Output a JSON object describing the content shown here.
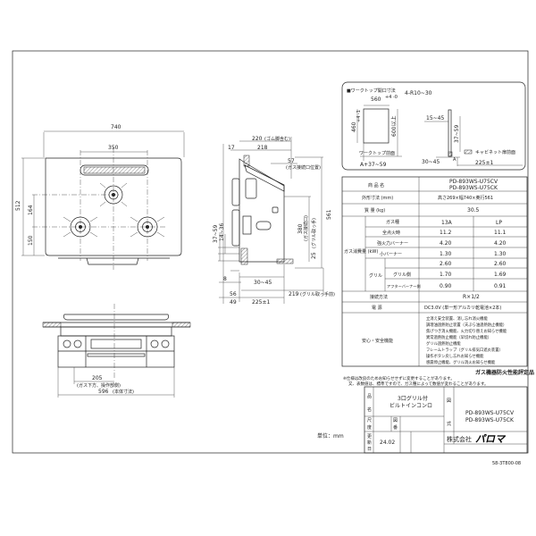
{
  "top_view": {
    "width": "740",
    "burner_spacing": "350",
    "depth": "512",
    "dim_164": "164",
    "dim_150": "150"
  },
  "side_view": {
    "dim_220": "220",
    "dim_220_note": "(ゴム脚含む)",
    "dim_17": "17",
    "dim_218": "218",
    "dim_57": "57",
    "dim_57_note": "(ガス接続口位置)",
    "dim_561": "561",
    "dim_380": "380",
    "dim_380_note": "(ガス接続口)",
    "dim_25": "25",
    "dim_25_note": "(グリル取っ手)",
    "dim_37_59": "37~59",
    "dim_14_36": "14~36",
    "dim_8": "8",
    "dim_30_45": "30~45",
    "dim_56": "56",
    "dim_219": "219",
    "dim_219_note": "(グリル取っ手前)",
    "dim_49": "49",
    "dim_225": "225±1"
  },
  "front_view": {
    "dim_205": "205",
    "dim_205_note": "(ガス下方、操作部側)",
    "dim_596": "596",
    "dim_596_note": "(本体寸法)"
  },
  "cutout": {
    "title": "■ワークトップ開口寸法",
    "width": "560",
    "width_tol": "+4 -0",
    "radius": "4-R10~30",
    "height": "460",
    "height_tol": "+4 -1",
    "depth_min": "600以上",
    "worktop_front": "ワークトップ前面",
    "a_range": "A+37~59",
    "dim_15_45": "15~45",
    "dim_37_59": "37~59",
    "dim_30_45": "30~45",
    "a_label": "A",
    "cabinet_front": "キャビネット扉前面",
    "dim_225": "225±1"
  },
  "spec_table": {
    "product_name_label": "商 品 名",
    "product_names": [
      "PD-893WS-U75CV",
      "PD-893WS-U75CK"
    ],
    "dimensions_label": "外形寸法 (mm)",
    "dimensions_value": "高さ269×幅740×奥行561",
    "weight_label": "質 量 (kg)",
    "weight_value": "30.5",
    "gas_consumption_label": "ガス消費量 (kW)",
    "gas_type_label": "ガス種",
    "gas_types": [
      "13A",
      "LP"
    ],
    "rows": [
      {
        "label": "全点火時",
        "v13a": "11.2",
        "vlp": "11.1"
      },
      {
        "label": "強火力バーナー",
        "v13a": "4.20",
        "vlp": "4.20"
      },
      {
        "label": "小バーナー",
        "v13a": "1.30",
        "vlp": "1.30"
      },
      {
        "label": "",
        "v13a": "2.60",
        "vlp": "2.60"
      },
      {
        "label": "グリル側",
        "v13a": "1.70",
        "vlp": "1.69"
      },
      {
        "label": "アフターバーナー側",
        "v13a": "0.90",
        "vlp": "0.91"
      }
    ],
    "grill_label": "グリル",
    "connection_label": "接続方法",
    "connection_value": "R×1/2",
    "power_label": "電 源",
    "power_value": "DC3.0V (単一形アルカリ乾電池×2本)",
    "safety_label": "安心・安全機能",
    "safety_features": [
      "立消え安全装置、消し忘れ消火機能",
      "調理油過熱防止装置（天ぷら油過熱防止機能）",
      "焦げつき消火機能、火力切り替えお知らせ機能",
      "異常過熱防止機能（早切れ防止機能）",
      "グリル過熱防止機能",
      "フレームトラップ（グリル排気口遮炎装置）",
      "操作ボタン戻し忘れお知らせ機能",
      "感震停止機能、グリル消火お知らせ機能"
    ]
  },
  "certification": "ガス機器防火性能評定品",
  "notes": [
    "※仕様は改良のためお知らせせずに変更することがあります。",
    "又、表数値は、標準ですので、ガス種によって数値が変わることがあります。"
  ],
  "unit_label": "単位：mm",
  "title_block": {
    "name_label": [
      "品",
      "名"
    ],
    "product_desc": [
      "3口グリル付",
      "ビルトインコンロ"
    ],
    "scale_label": [
      "尺",
      "度"
    ],
    "drawing_no_label": [
      "図",
      "番"
    ],
    "revision_label": [
      "更",
      "新",
      "日"
    ],
    "revision_date": "24.02",
    "figure_label": "図",
    "model_label": "式",
    "models": [
      "PD-893WS-U75CV",
      "PD-893WS-U75CK"
    ],
    "company": "株式会社",
    "brand_logo": "パロマ"
  },
  "doc_code": "58-3T800-08"
}
